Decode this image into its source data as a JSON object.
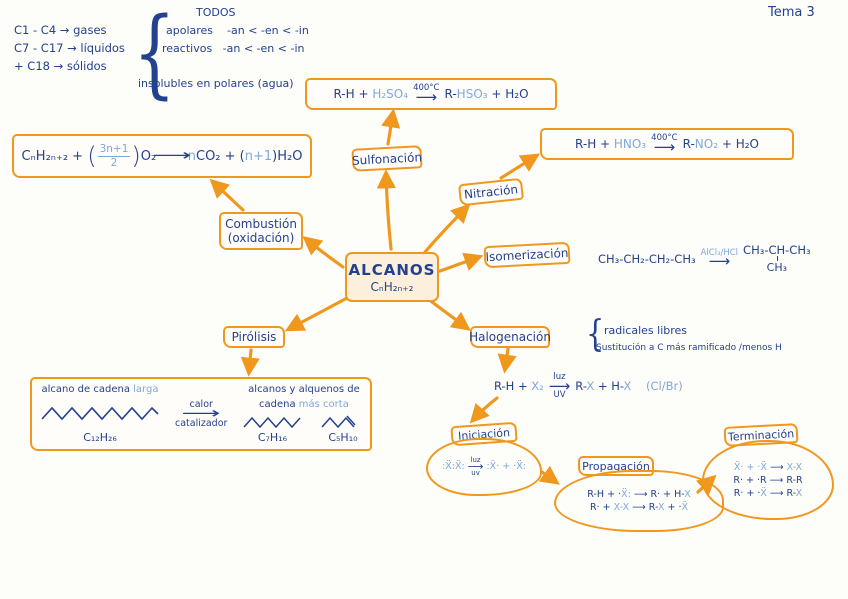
{
  "page": {
    "tema": "Tema 3"
  },
  "glyphs": {
    "arrow": "⟶",
    "brace": "{"
  },
  "intro": {
    "states": [
      "C1 - C4 → gases",
      "C7 - C17 → líquidos",
      "+ C18 → sólidos"
    ],
    "todos": "TODOS",
    "props": [
      "apolares    -an < -en < -in",
      "reactivos   -an < -en < -in",
      "insolubles en polares (agua)"
    ]
  },
  "center": {
    "title": "ALCANOS",
    "formula": "CₙH₂ₙ₊₂"
  },
  "branches": {
    "sulfonacion": "Sulfonación",
    "nitracion": "Nitración",
    "isomerizacion": "Isomerización",
    "halogenacion": "Halogenación",
    "combustion_line1": "Combustión",
    "combustion_line2": "(oxidación)",
    "pirolisis": "Pirólisis"
  },
  "reactions": {
    "sulfonacion": {
      "left": [
        {
          "t": "R-H + ",
          "c": "navy"
        },
        {
          "t": "H₂SO₄",
          "c": "light"
        }
      ],
      "arrow_top": "400°C",
      "right": [
        {
          "t": "R-",
          "c": "navy"
        },
        {
          "t": "HSO₃",
          "c": "light"
        },
        {
          "t": " + H₂O",
          "c": "navy"
        }
      ]
    },
    "nitracion": {
      "left": [
        {
          "t": "R-H + ",
          "c": "navy"
        },
        {
          "t": "HNO₃",
          "c": "light"
        }
      ],
      "arrow_top": "400°C",
      "right": [
        {
          "t": "R-",
          "c": "navy"
        },
        {
          "t": "NO₂",
          "c": "light"
        },
        {
          "t": " + H₂O",
          "c": "navy"
        }
      ]
    },
    "isomerizacion": {
      "left": [
        {
          "t": "CH₃-CH₂-CH₂-CH₃",
          "c": "navy"
        }
      ],
      "arrow_top": "AlCl₃/HCl",
      "right": [
        {
          "t": "CH₃-CH-CH₃",
          "c": "navy"
        }
      ],
      "branch": "CH₃"
    },
    "halogenacion": {
      "left": [
        {
          "t": "R-H + ",
          "c": "navy"
        },
        {
          "t": "X₂",
          "c": "light"
        }
      ],
      "arrow_top": "luz",
      "arrow_bottom": "UV",
      "right": [
        {
          "t": "R-",
          "c": "navy"
        },
        {
          "t": "X",
          "c": "light"
        },
        {
          "t": " + H-",
          "c": "navy"
        },
        {
          "t": "X",
          "c": "light"
        },
        {
          "t": "    ",
          "c": "navy"
        },
        {
          "t": "(Cl/Br)",
          "c": "light"
        }
      ]
    },
    "combustion": {
      "pre": [
        {
          "t": "CₙH₂ₙ₊₂ + ",
          "c": "navy"
        }
      ],
      "frac_open": "(",
      "frac": {
        "num": "3n+1",
        "den": "2"
      },
      "frac_close": ")",
      "mid": [
        {
          "t": "O₂",
          "c": "navy"
        }
      ],
      "post": [
        {
          "t": "n",
          "c": "light"
        },
        {
          "t": "CO₂ + (",
          "c": "navy"
        },
        {
          "t": "n+1",
          "c": "light"
        },
        {
          "t": ")H₂O",
          "c": "navy"
        }
      ]
    }
  },
  "halogenacion_notes": {
    "line1": "radicales libres",
    "line2": "Sustitución a C más ramificado /menos H"
  },
  "radical": {
    "iniciacion": {
      "label": "Iniciación",
      "left": [
        {
          "t": ":Ẍ:Ẍ:",
          "c": "light"
        }
      ],
      "arrow_top": "luz",
      "arrow_bottom": "uv",
      "right": [
        {
          "t": ":Ẍ· + ·Ẍ:",
          "c": "light"
        }
      ]
    },
    "propagacion": {
      "label": "Propagación",
      "lines": [
        [
          {
            "t": "R-H + ·",
            "c": "navy"
          },
          {
            "t": "Ẍ:",
            "c": "light"
          },
          {
            "t": " ⟶ R· + H-",
            "c": "navy"
          },
          {
            "t": "X",
            "c": "light"
          }
        ],
        [
          {
            "t": "R· + ",
            "c": "navy"
          },
          {
            "t": "X-X",
            "c": "light"
          },
          {
            "t": " ⟶ R-",
            "c": "navy"
          },
          {
            "t": "X",
            "c": "light"
          },
          {
            "t": " + ·",
            "c": "navy"
          },
          {
            "t": "Ẍ",
            "c": "light"
          }
        ]
      ]
    },
    "terminacion": {
      "label": "Terminación",
      "lines": [
        [
          {
            "t": "Ẍ· + ·Ẍ",
            "c": "light"
          },
          {
            "t": " ⟶ ",
            "c": "navy"
          },
          {
            "t": "X-X",
            "c": "light"
          }
        ],
        [
          {
            "t": "R· + ·R ⟶ R-R",
            "c": "navy"
          }
        ],
        [
          {
            "t": "R· + ·",
            "c": "navy"
          },
          {
            "t": "Ẍ",
            "c": "light"
          },
          {
            "t": " ⟶ R-",
            "c": "navy"
          },
          {
            "t": "X",
            "c": "light"
          }
        ]
      ]
    }
  },
  "pirolisis_box": {
    "left_title": [
      {
        "t": "alcano de cadena ",
        "c": "navy"
      },
      {
        "t": "larga",
        "c": "light"
      }
    ],
    "left_formula": "C₁₂H₂₆",
    "arrow_top": "calor",
    "arrow_bottom": "catalizador",
    "right_title1": [
      {
        "t": "alcanos y alquenos de",
        "c": "navy"
      }
    ],
    "right_title2": [
      {
        "t": "cadena ",
        "c": "navy"
      },
      {
        "t": "más corta",
        "c": "light"
      }
    ],
    "right_formula1": "C₇H₁₆",
    "right_formula2": "C₅H₁₀"
  },
  "colors": {
    "orange": "#f0981e",
    "navy": "#24418e",
    "light": "#7fa8d9"
  }
}
